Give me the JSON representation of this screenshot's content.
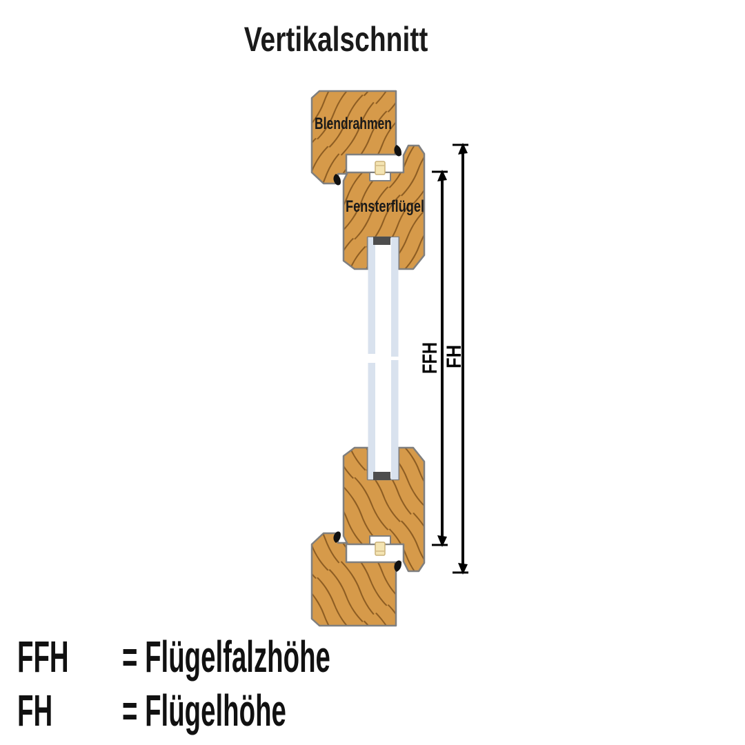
{
  "title": "Vertikalschnitt",
  "diagram": {
    "labels": {
      "frame": "Blendrahmen",
      "sash": "Fensterflügel",
      "dim_inner": "FFH",
      "dim_outer": "FH"
    },
    "colors": {
      "wood": "#D69A4A",
      "wood_grain": "#8B5B21",
      "outline": "#7F7F7F",
      "glass": "#D9E2EE",
      "glazing_block": "#4D4D4D",
      "gasket": "#F4E4B2",
      "gasket_border": "#C9B078",
      "dimension": "#000000",
      "text": "#1A1A1A"
    }
  },
  "legend": {
    "items": [
      {
        "abbr": "FFH",
        "definition": "= Flügelfalzhöhe"
      },
      {
        "abbr": "FH",
        "definition": "= Flügelhöhe"
      }
    ]
  }
}
